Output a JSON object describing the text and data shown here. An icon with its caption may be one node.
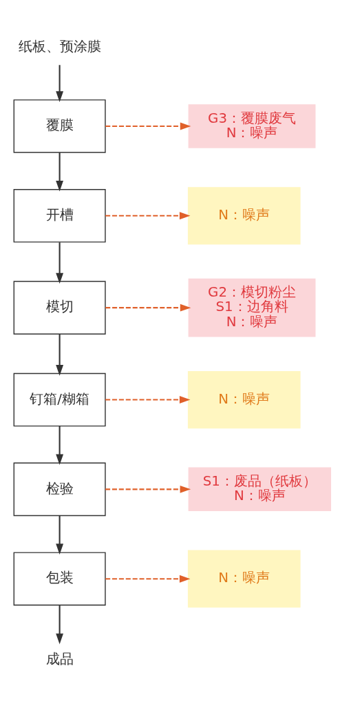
{
  "diagram": {
    "nodes": [
      {
        "text": [
          "纸板、预涂膜"
        ]
      },
      {
        "text": [
          "覆膜"
        ]
      },
      {
        "text": [
          "G3：覆膜废气",
          "N：噪声"
        ]
      },
      {
        "text": [
          "开槽"
        ]
      },
      {
        "text": [
          "N：噪声"
        ]
      },
      {
        "text": [
          "模切"
        ]
      },
      {
        "text": [
          "G2：模切粉尘",
          "S1：边角料",
          "N：噪声"
        ]
      },
      {
        "text": [
          "钉箱/糊箱"
        ]
      },
      {
        "text": [
          "N：噪声"
        ]
      },
      {
        "text": [
          "检验"
        ]
      },
      {
        "text": [
          "S1：废品（纸板）",
          "N：噪声"
        ]
      },
      {
        "text": [
          "包装"
        ]
      },
      {
        "text": [
          "N：噪声"
        ]
      },
      {
        "text": [
          "成品"
        ]
      }
    ],
    "edges": [
      {
        "from": 0,
        "to": 1,
        "arrow": "to"
      },
      {
        "from": 1,
        "to": 2,
        "arrow": "to",
        "style": "dashed",
        "color": "#e0602a"
      },
      {
        "from": 1,
        "to": 3,
        "arrow": "to"
      },
      {
        "from": 3,
        "to": 4,
        "arrow": "to",
        "style": "dashed",
        "color": "#e0602a"
      },
      {
        "from": 3,
        "to": 5,
        "arrow": "to"
      },
      {
        "from": 5,
        "to": 6,
        "arrow": "to",
        "style": "dashed",
        "color": "#e0602a"
      },
      {
        "from": 5,
        "to": 7,
        "arrow": "to"
      },
      {
        "from": 7,
        "to": 8,
        "arrow": "to",
        "style": "dashed",
        "color": "#e0602a"
      },
      {
        "from": 7,
        "to": 9,
        "arrow": "to"
      },
      {
        "from": 9,
        "to": 10,
        "arrow": "to",
        "style": "dashed",
        "color": "#e0602a"
      },
      {
        "from": 9,
        "to": 11,
        "arrow": "to"
      },
      {
        "from": 11,
        "to": 12,
        "arrow": "to",
        "style": "dashed",
        "color": "#e0602a"
      },
      {
        "from": 11,
        "to": 13,
        "arrow": "to"
      }
    ]
  }
}
